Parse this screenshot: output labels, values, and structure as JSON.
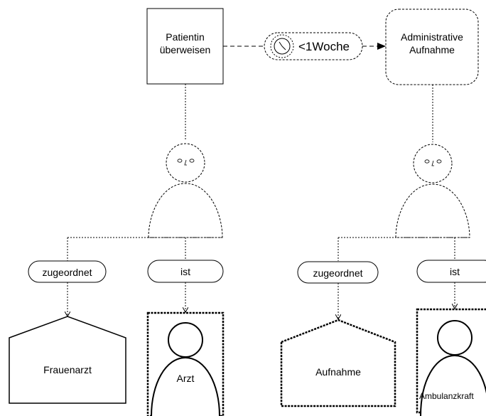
{
  "nodes": {
    "refer_patient": {
      "line1": "Patientin",
      "line2": "überweisen"
    },
    "admin_admission": {
      "line1": "Administrative",
      "line2": "Aufnahme"
    },
    "time_event": {
      "label": "<1Woche"
    }
  },
  "left": {
    "assigned_label": "zugeordnet",
    "is_label": "ist",
    "org_unit": "Frauenarzt",
    "role": "Arzt"
  },
  "right": {
    "assigned_label": "zugeordnet",
    "is_label": "ist",
    "org_unit": "Aufnahme",
    "role": "Ambulanzkraft"
  }
}
